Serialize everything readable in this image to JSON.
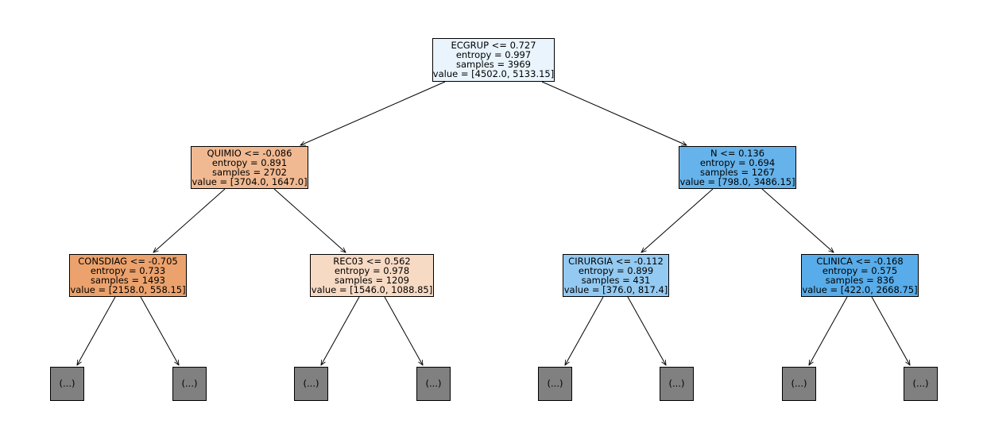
{
  "nodes": {
    "root": {
      "split": "ECGRUP <= 0.727",
      "entropy": "entropy = 0.997",
      "samples": "samples = 3969",
      "value": "value = [4502.0, 5133.15]",
      "fill": "#e9f4fc"
    },
    "left": {
      "split": "QUIMIO <= -0.086",
      "entropy": "entropy = 0.891",
      "samples": "samples = 2702",
      "value": "value = [3704.0, 1647.0]",
      "fill": "#f1b991"
    },
    "right": {
      "split": "N <= 0.136",
      "entropy": "entropy = 0.694",
      "samples": "samples = 1267",
      "value": "value = [798.0, 3486.15]",
      "fill": "#66b3eb"
    },
    "ll": {
      "split": "CONSDIAG <= -0.705",
      "entropy": "entropy = 0.733",
      "samples": "samples = 1493",
      "value": "value = [2158.0, 558.15]",
      "fill": "#eca26c"
    },
    "lr": {
      "split": "REC03 <= 0.562",
      "entropy": "entropy = 0.978",
      "samples": "samples = 1209",
      "value": "value = [1546.0, 1088.85]",
      "fill": "#f7dac4"
    },
    "rl": {
      "split": "CIRURGIA <= -0.112",
      "entropy": "entropy = 0.899",
      "samples": "samples = 431",
      "value": "value = [376.0, 817.4]",
      "fill": "#94caf1"
    },
    "rr": {
      "split": "CLINICA <= -0.168",
      "entropy": "entropy = 0.575",
      "samples": "samples = 836",
      "value": "value = [422.0, 2668.75]",
      "fill": "#58ace9"
    }
  },
  "truncated": {
    "label": "(...)",
    "fill": "#808080",
    "count": 8
  },
  "colors": {
    "border": "#000000",
    "edge": "#000000"
  }
}
